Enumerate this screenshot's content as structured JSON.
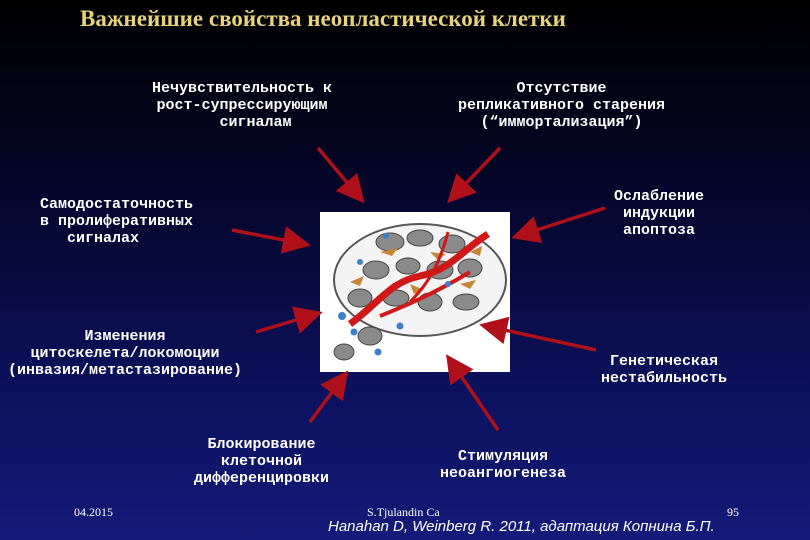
{
  "title": "Важнейшие свойства неопластической клетки",
  "labels": {
    "insensitivity": "Нечувствительность к\nрост-супрессирующим\n   сигналам",
    "no_aging": "Отсутствие\nрепликативного старения\n(“иммортализация”)",
    "self_sufficiency": "Самодостаточность\nв пролиферативных\n   сигналах",
    "apoptosis": "Ослабление\nиндукции\nапоптоза",
    "cytoskeleton": "Изменения\nцитоскелета/локомоции\n(инвазия/метастазирование)",
    "genetic": "Генетическая\nнестабильность",
    "differentiation": "Блокирование\nклеточной\nдифференцировки",
    "angiogenesis": "Стимуляция\nнеоангиогенеза"
  },
  "footer": {
    "date": "04.2015",
    "author": "S.Tjulandin Ca",
    "page": "95",
    "citation": "Hanahan D, Weinberg R. 2011, адаптация Копнина Б.П."
  },
  "colors": {
    "title": "#e8d27a",
    "arrow": "#b0101a",
    "vessel": "#d01818",
    "tumor_cell": "#8a8a8a",
    "stromal_cell": "#c8853a",
    "immune_cell": "#3f7fc8"
  }
}
